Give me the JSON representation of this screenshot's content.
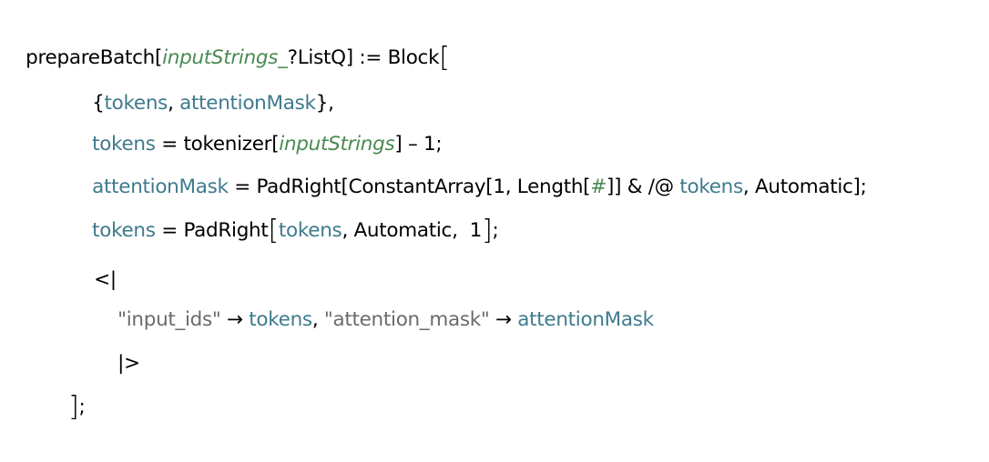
{
  "colors": {
    "symbol": "#000000",
    "local_variable": "#3e7a8c",
    "pattern_parameter": "#4a8a52",
    "string": "#6a6a6a",
    "background": "#ffffff"
  },
  "code": {
    "line1": {
      "fn": "prepareBatch",
      "open": "[",
      "param": "inputStrings_",
      "test": "?ListQ",
      "close_assign": "] := Block",
      "big_bracket": "["
    },
    "line2": {
      "open": "{",
      "v1": "tokens",
      "comma": ", ",
      "v2": "attentionMask",
      "close": "},"
    },
    "line3": {
      "v": "tokens",
      "eq": " = tokenizer[",
      "param": "inputStrings",
      "rest": "] – 1;"
    },
    "line4": {
      "v": "attentionMask",
      "a": " = PadRight[ConstantArray[1, Length[",
      "slot": "#",
      "b": "]] & /@ ",
      "v2": "tokens",
      "c": ", Automatic];"
    },
    "line5": {
      "v": "tokens",
      "eq": " = PadRight",
      "big_open": "[",
      "v2": "tokens",
      "rest": ", Automatic,  1",
      "big_close": "]",
      "end": ";"
    },
    "line6": {
      "text": "<|"
    },
    "line7": {
      "s1": "\"input_ids\"",
      "arrow1": " → ",
      "v1": "tokens",
      "comma": ", ",
      "s2": "\"attention_mask\"",
      "arrow2": " → ",
      "v2": "attentionMask"
    },
    "line8": {
      "text": "|>"
    },
    "line9": {
      "big_close": "]",
      "end": ";"
    }
  }
}
